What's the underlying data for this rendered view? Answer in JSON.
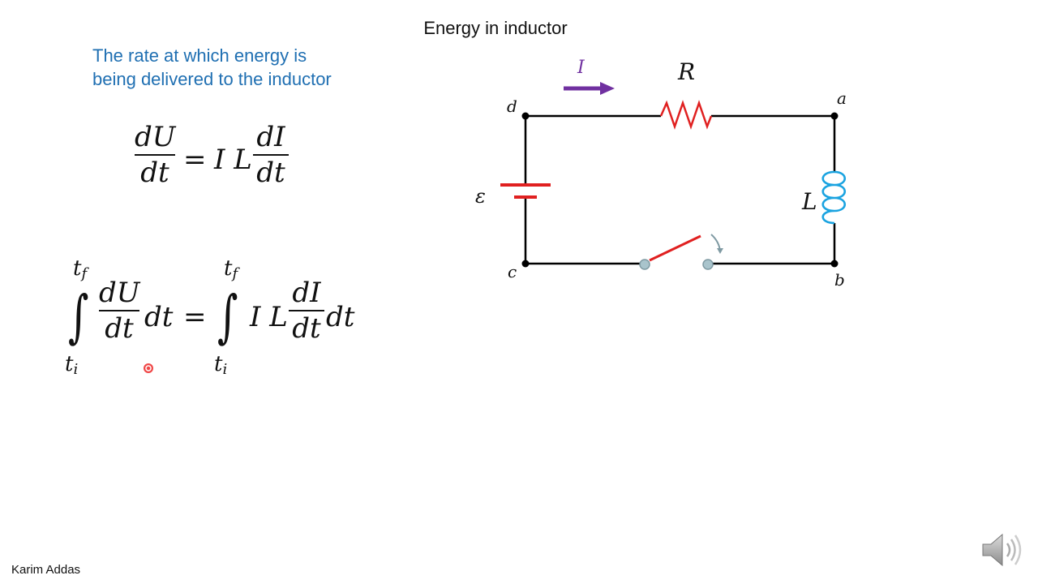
{
  "slide": {
    "title": "Energy in inductor",
    "intro_lines": [
      "The rate at which energy is",
      "being delivered to the inductor"
    ],
    "author": "Karim Addas"
  },
  "equation1": {
    "lhs_num": "dU",
    "lhs_den": "dt",
    "equals": "=",
    "mid": "I L",
    "rhs_num": "dI",
    "rhs_den": "dt"
  },
  "equation2": {
    "upper_limit_base": "t",
    "upper_limit_sub": "f",
    "lower_limit_base": "t",
    "lower_limit_sub": "i",
    "lhs_num": "dU",
    "lhs_den": "dt",
    "lhs_dt": "dt",
    "equals": "=",
    "mid": "I L",
    "rhs_num": "dI",
    "rhs_den": "dt",
    "rhs_dt": "dt"
  },
  "circuit": {
    "current_label": "I",
    "resistor_label": "R",
    "inductor_label": "L",
    "emf_label": "ε",
    "node_a": "a",
    "node_b": "b",
    "node_c": "c",
    "node_d": "d",
    "colors": {
      "wire": "#000000",
      "resistor": "#e02020",
      "battery": "#e02020",
      "inductor": "#1aa3e0",
      "arrow": "#7030a0",
      "switch": "#e02020",
      "contact": "#a9c4cc"
    }
  },
  "icons": {
    "speaker": "speaker-icon",
    "pointer": "laser-pointer-icon"
  }
}
